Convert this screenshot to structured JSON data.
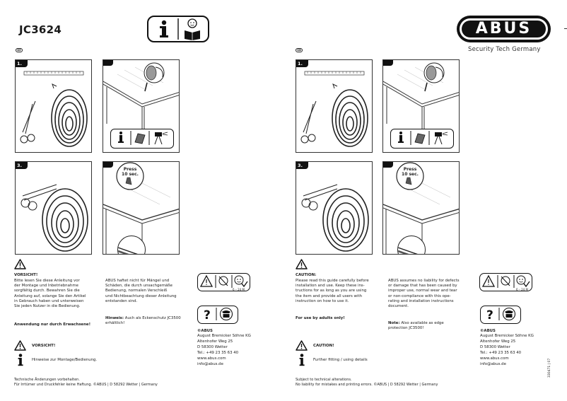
{
  "header": {
    "model": "JC3624",
    "brand": "ABUS",
    "tagline": "Security Tech Germany"
  },
  "left": {
    "lang": "DE",
    "steps": {
      "s1": "1.",
      "s3": "3."
    },
    "press_label": "Press\n10 sec.",
    "warning_heading": "VORSICHT!",
    "warning_body": "Bitte lesen Sie diese Anleitung vor\nder Montage und Inbetriebnahme\nsorgfältig durch. Bewahren Sie die\nAnleitung auf, solange Sie den Artikel\nin Gebrauch haben und unterweisen\nSie jeden Nutzer in die Bedienung.",
    "adults": "Anwendung nur durch Erwachsene!",
    "liability": "ABUS haftet nicht für Mängel und\nSchäden, die durch unsachgemäße\nBedienung, normalen Verschleiß\nund Nichtbeachtung dieser Anleitung\nentstanden sind.",
    "hint_label": "Hinweis:",
    "hint_body": " Auch als Eckenschutz JC3500\nerhältlich!",
    "age": "6 – 24 M",
    "caution_label": "VORSICHT!",
    "info_text": "Hinweise zur Montage/Bedienung.",
    "footer_line1": "Technische Änderungen vorbehalten.",
    "footer_line2": "Für Irrtümer und Druckfehler keine Haftung. ©ABUS | D 58292 Wetter | Germany"
  },
  "right": {
    "lang": "GB",
    "steps": {
      "s1": "1.",
      "s3": "3."
    },
    "press_label": "Press\n10 sec.",
    "warning_heading": "CAUTION:",
    "warning_body": "Please read this guide carefully before\ninstallation and use. Keep these ins-\ntructions for as long as you are using\nthe item and provide all users with\ninstruction on how to use it.",
    "adults": "For use by adults only!",
    "liability": "ABUS assumes no liability for defects\nor damage that has been caused by\nimproper use, normal wear and tear\nor non-compliance with this ope-\nrating and installation instructions\ndocument.",
    "hint_label": "Note:",
    "hint_body": " Also available as edge\nprotection JC3500!",
    "age": "6 – 24 M",
    "caution_label": "CAUTION!",
    "info_text": "Further fitting / using details",
    "footer_line1": "Subject to technical alterations.",
    "footer_line2": "No liability for mistakes and printing errors. ©ABUS | D 58292 Wetter | Germany"
  },
  "address": {
    "company": "©ABUS",
    "name": "August Bremicker Söhne KG",
    "street": "Altenhofer Weg 25",
    "city": "D 58300 Wetter",
    "tel": "Tel.: +49 23 35 63 40",
    "web": "www.abus.com",
    "email": "info@abus.de"
  },
  "side_code": "330471 | 07",
  "colors": {
    "ink": "#111111",
    "text": "#222222",
    "paper": "#ffffff"
  }
}
